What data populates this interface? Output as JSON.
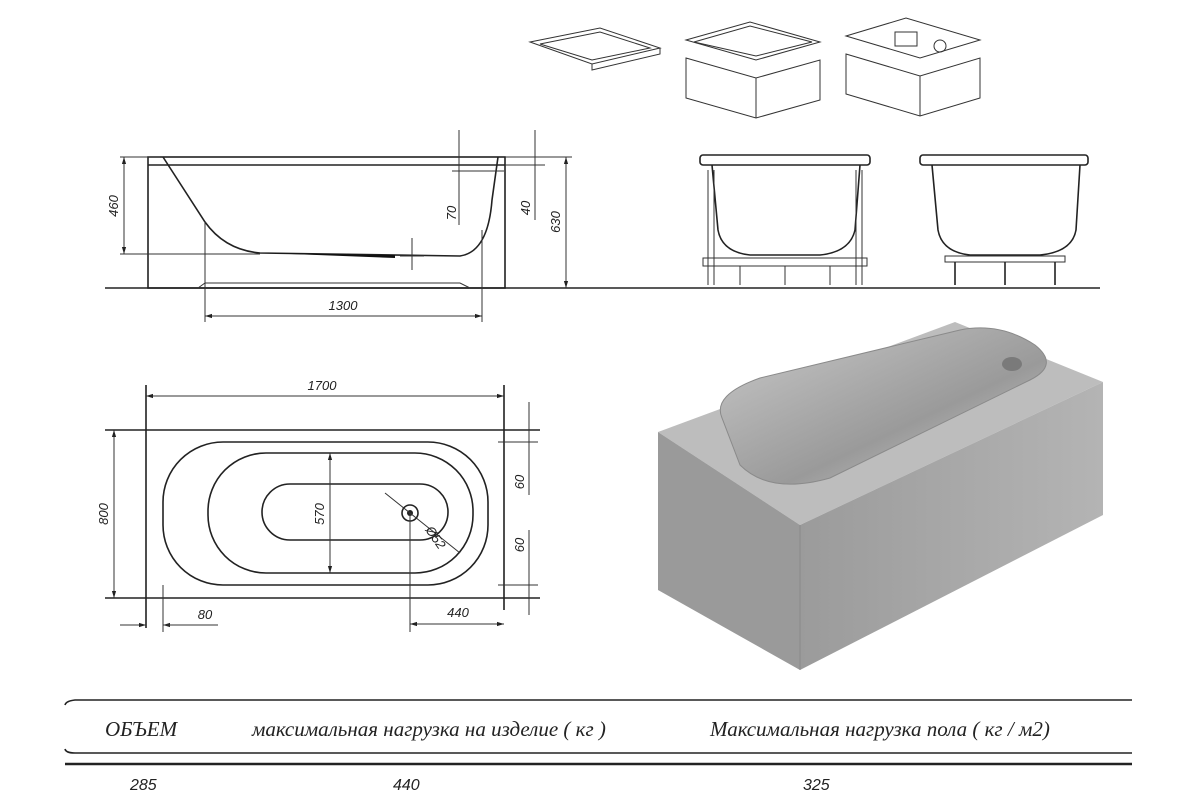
{
  "side_view": {
    "height_inner": "460",
    "overflow_offset": "70",
    "rim_offset": "40",
    "height_total": "630",
    "bottom_length": "1300"
  },
  "plan_view": {
    "length": "1700",
    "width": "800",
    "inner_width": "570",
    "margin_top": "60",
    "margin_bottom": "60",
    "drain_diameter": "Ø52",
    "end_offset": "80",
    "drain_offset": "440"
  },
  "specs_table": {
    "headers": [
      "ОБЪЕМ",
      "максимальная нагрузка на изделие ( кг )",
      "Максимальная нагрузка пола ( кг / м2)"
    ],
    "values": [
      "285",
      "440",
      "325"
    ]
  },
  "colors": {
    "line": "#222222",
    "render_body": "#a9a9a9",
    "render_light": "#d0d0d0"
  }
}
